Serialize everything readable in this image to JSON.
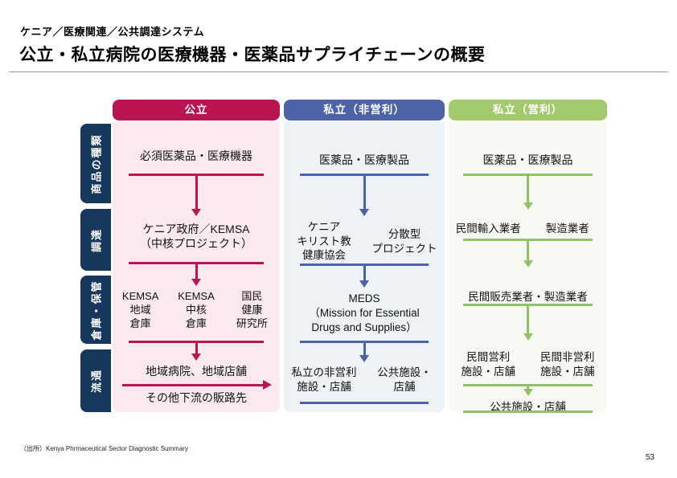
{
  "header": {
    "breadcrumb": "ケニア／医療関連／公共調達システム",
    "title": "公立・私立病院の医療機器・医薬品サプライチェーンの概要"
  },
  "row_labels": [
    "商品の種類",
    "調達",
    "倉庫・保管",
    "流通"
  ],
  "columns": [
    {
      "header": "公立",
      "accent": "#ba1453",
      "body_bg": "#faeaee",
      "products": "必須医薬品・医療機器",
      "procurement": [
        "ケニア政府／KEMSA",
        "（中核プロジェクト）"
      ],
      "warehouses": [
        [
          "KEMSA",
          "地域",
          "倉庫"
        ],
        [
          "KEMSA",
          "中核",
          "倉庫"
        ],
        [
          "国民",
          "健康",
          "研究所"
        ]
      ],
      "distribution_top": "地域病院、地域店舗",
      "distribution_bottom": "その他下流の販路先"
    },
    {
      "header": "私立（非営利）",
      "accent": "#4c63a8",
      "body_bg": "#edf2f7",
      "products": "医薬品・医療製品",
      "procurement_left": [
        "ケニア",
        "キリスト教",
        "健康協会"
      ],
      "procurement_right": [
        "分散型",
        "プロジェクト"
      ],
      "warehouse": [
        "MEDS",
        "（Mission for Essential",
        "Drugs and Supplies）"
      ],
      "distribution_left": [
        "私立の非営利",
        "施設・店舗"
      ],
      "distribution_right": [
        "公共施設・",
        "店舗"
      ]
    },
    {
      "header": "私立（営利）",
      "accent": "#a3c96d",
      "body_bg": "#f9f9f4",
      "products": "医薬品・医療製品",
      "procurement_left": "民間輸入業者",
      "procurement_right": "製造業者",
      "warehouse": "民間販売業者・製造業者",
      "distribution_left": [
        "民間営利",
        "施設・店舗"
      ],
      "distribution_right": [
        "民間非営利",
        "施設・店舗"
      ],
      "distribution_bottom": "公共施設・店舗"
    }
  ],
  "footer": {
    "source": "（出所）Kenya Phrmaceutical Sector Diagnostic Summary",
    "page_number": "53"
  },
  "colors": {
    "public_accent": "#ba1453",
    "nonprofit_accent": "#4c63a8",
    "forprofit_accent": "#a3c96d",
    "row_label_bg": "#17375d"
  }
}
